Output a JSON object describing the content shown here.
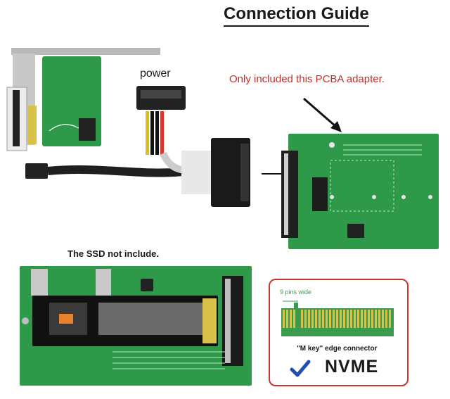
{
  "title": "Connection Guide",
  "labels": {
    "power": "power",
    "only_included": "Only included this PCBA adapter.",
    "ssd_not_include": "The SSD not include."
  },
  "key_box": {
    "pins_label": "9 pins wide",
    "caption": "\"M key\" edge connector",
    "protocol": "NVME"
  },
  "colors": {
    "pcb_green": "#2e9a49",
    "accent_red": "#c0302b",
    "gold_contacts": "#d9c24a"
  },
  "icons": [
    "checkmark-icon",
    "arrow-icon"
  ]
}
